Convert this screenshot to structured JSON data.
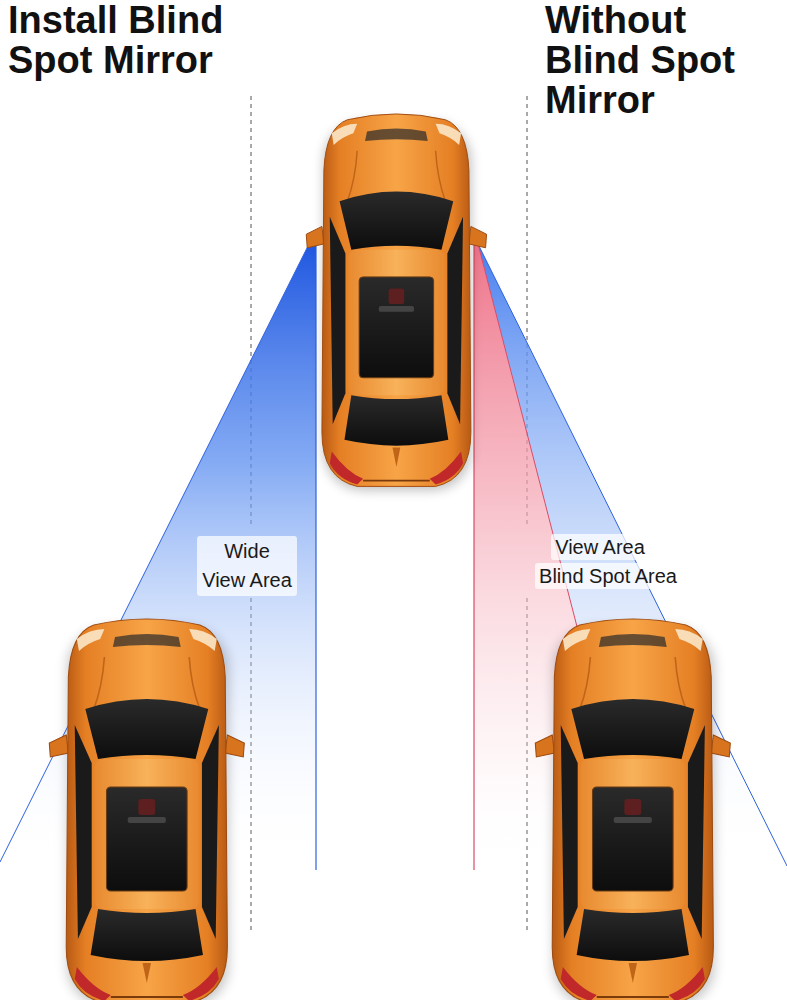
{
  "diagram": {
    "labels": [
      "Install Blind Spot Mirror",
      "Without Blind Spot Mirror",
      "Wide View Area",
      "View Area",
      "Blind Spot Area"
    ]
  }
}
